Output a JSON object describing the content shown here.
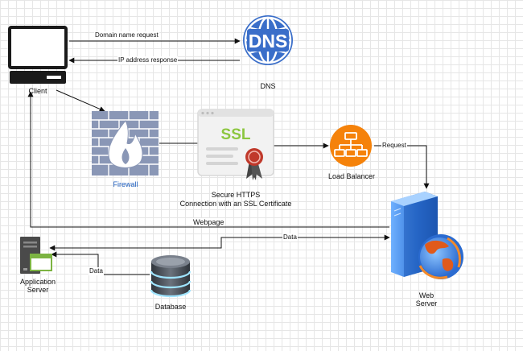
{
  "nodes": {
    "client": "Client",
    "dns": "DNS",
    "dns_logo": "DNS",
    "firewall": "Firewall",
    "ssl_badge": "SSL",
    "ssl_caption_1": "Secure HTTPS",
    "ssl_caption_2": "Connection with an SSL Certificate",
    "load_balancer": "Load Balancer",
    "web_server_1": "Web",
    "web_server_2": "Server",
    "app_server_1": "Application",
    "app_server_2": "Server",
    "database": "Database"
  },
  "edges": {
    "domain_request": "Domain name request",
    "ip_response": "IP address response",
    "lb_request": "Request",
    "webpage": "Webpage",
    "data_web": "Data",
    "data_db": "Data"
  },
  "colors": {
    "dns_blue": "#3a6ec9",
    "firewall_brick": "#8a97b6",
    "lb_orange": "#f5820a",
    "server_blue": "#2f73d6",
    "db_dark": "#4a4f58",
    "label_blue": "#1f5fbf"
  },
  "icons": [
    "computer-icon",
    "dns-globe-icon",
    "firewall-icon",
    "ssl-certificate-icon",
    "load-balancer-icon",
    "web-server-icon",
    "application-server-icon",
    "database-icon"
  ]
}
